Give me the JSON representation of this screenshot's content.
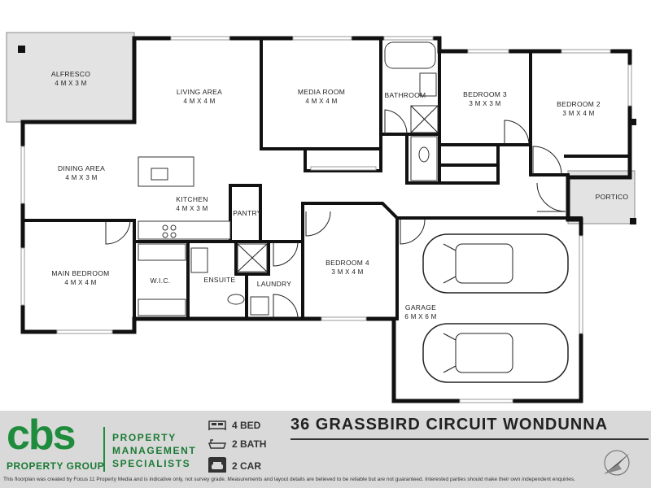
{
  "rooms": {
    "alfresco": {
      "name": "ALFRESCO",
      "dims": "4 M X 3 M"
    },
    "living": {
      "name": "LIVING AREA",
      "dims": "4 M X 4 M"
    },
    "media": {
      "name": "MEDIA ROOM",
      "dims": "4 M X 4 M"
    },
    "bathroom": {
      "name": "BATHROOM"
    },
    "bedroom3": {
      "name": "BEDROOM 3",
      "dims": "3 M X 3 M"
    },
    "bedroom2": {
      "name": "BEDROOM 2",
      "dims": "3 M X 4 M"
    },
    "dining": {
      "name": "DINING AREA",
      "dims": "4 M X 3 M"
    },
    "kitchen": {
      "name": "KITCHEN",
      "dims": "4 M X 3 M"
    },
    "pantry": {
      "name": "PANTRY"
    },
    "portico": {
      "name": "PORTICO"
    },
    "main_bedroom": {
      "name": "MAIN BEDROOM",
      "dims": "4 M X 4 M"
    },
    "wic": {
      "name": "W.I.C."
    },
    "ensuite": {
      "name": "ENSUITE"
    },
    "laundry": {
      "name": "LAUNDRY"
    },
    "bedroom4": {
      "name": "BEDROOM 4",
      "dims": "3 M X 4 M"
    },
    "garage": {
      "name": "GARAGE",
      "dims": "6 M X 6 M"
    }
  },
  "footer": {
    "logo_text": "cbs",
    "logo_sub": "PROPERTY GROUP",
    "tagline": [
      "PROPERTY",
      "MANAGEMENT",
      "SPECIALISTS"
    ],
    "features": [
      {
        "icon": "bed-icon",
        "label": "4 BED"
      },
      {
        "icon": "bath-icon",
        "label": "2 BATH"
      },
      {
        "icon": "car-icon",
        "label": "2 CAR"
      }
    ],
    "address": "36 GRASSBIRD CIRCUIT WONDUNNA",
    "disclaimer": "This floorplan was created by Focus 11 Property Media and is indicative only, not survey grade. Measurements and layout details are believed to be reliable but are not guaranteed. Interested parties should make their own independent enquiries."
  },
  "colors": {
    "brand_green": "#1e8c3c",
    "footer_bg": "#d9d9d9",
    "wall": "#111111",
    "outdoor": "#e3e3e3"
  }
}
